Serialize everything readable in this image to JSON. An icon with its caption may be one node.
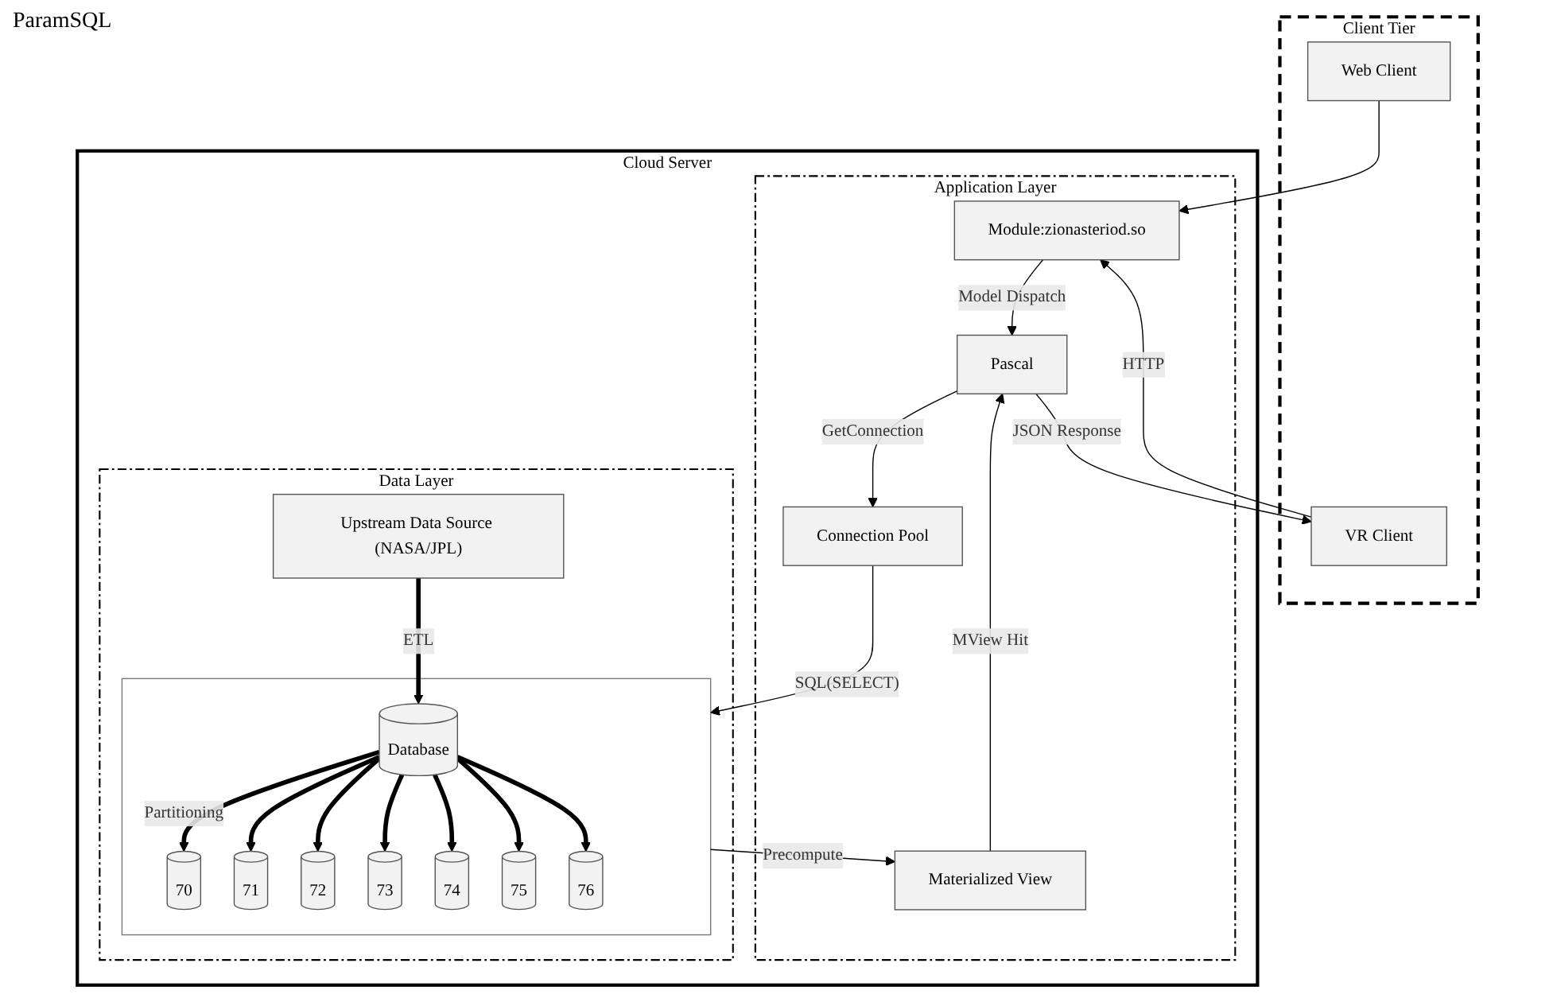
{
  "diagram": {
    "nodes": [
      {
        "text": [
          "Client Tier"
        ]
      },
      {
        "text": [
          "Web Client"
        ],
        "in": 0
      },
      {
        "text": [
          "VR Client"
        ],
        "in": 0
      },
      {
        "text": [
          "Cloud Server"
        ]
      },
      {
        "text": [
          "Application Layer"
        ],
        "in": 3
      },
      {
        "text": [
          "Module:zionasteriod.so"
        ],
        "in": 4
      },
      {
        "text": [
          "Pascal"
        ],
        "in": 4
      },
      {
        "text": [
          "Connection Pool"
        ],
        "in": 4
      },
      {
        "text": [
          "Materialized View"
        ],
        "in": 4
      },
      {
        "text": [
          "Data Layer"
        ],
        "in": 3
      },
      {
        "text": [
          "Upstream Data Source (NASA/JPL)"
        ],
        "in": 9
      },
      {
        "text": [],
        "shape": "box",
        "in": 9
      },
      {
        "text": [
          "Database"
        ],
        "in": 11
      },
      {
        "text": [
          "70"
        ],
        "in": 11
      },
      {
        "text": [
          "71"
        ],
        "in": 11
      },
      {
        "text": [
          "72"
        ],
        "in": 11
      },
      {
        "text": [
          "73"
        ],
        "in": 11
      },
      {
        "text": [
          "74"
        ],
        "in": 11
      },
      {
        "text": [
          "75"
        ],
        "in": 11
      },
      {
        "text": [
          "76"
        ],
        "in": 11
      }
    ],
    "edges": [
      {
        "from": 1,
        "to": 5,
        "arrow": "to"
      },
      {
        "from": 2,
        "to": 5,
        "arrow": "to",
        "label": "HTTP"
      },
      {
        "from": 6,
        "to": 2,
        "arrow": "to",
        "label": "JSON Response"
      },
      {
        "from": 5,
        "to": 6,
        "arrow": "to",
        "label": "Model Dispatch"
      },
      {
        "from": 6,
        "to": 7,
        "arrow": "to",
        "label": "GetConnection"
      },
      {
        "from": 7,
        "to": 11,
        "arrow": "to",
        "label": "SQL(SELECT)"
      },
      {
        "from": 11,
        "to": 8,
        "arrow": "to",
        "label": "Precompute"
      },
      {
        "from": 8,
        "to": 6,
        "arrow": "to",
        "label": "MView Hit"
      },
      {
        "from": 10,
        "to": 12,
        "arrow": "to",
        "label": "ETL",
        "style": "thick"
      },
      {
        "from": 12,
        "to": 13,
        "arrow": "to",
        "label": "Partitioning",
        "style": "thick"
      },
      {
        "from": 12,
        "to": 14,
        "arrow": "to",
        "style": "thick"
      },
      {
        "from": 12,
        "to": 15,
        "arrow": "to",
        "style": "thick"
      },
      {
        "from": 12,
        "to": 16,
        "arrow": "to",
        "style": "thick"
      },
      {
        "from": 12,
        "to": 17,
        "arrow": "to",
        "style": "thick"
      },
      {
        "from": 12,
        "to": 18,
        "arrow": "to",
        "style": "thick"
      },
      {
        "from": 12,
        "to": 19,
        "arrow": "to",
        "style": "thick"
      }
    ],
    "labels": [
      "ParamSQL"
    ]
  }
}
